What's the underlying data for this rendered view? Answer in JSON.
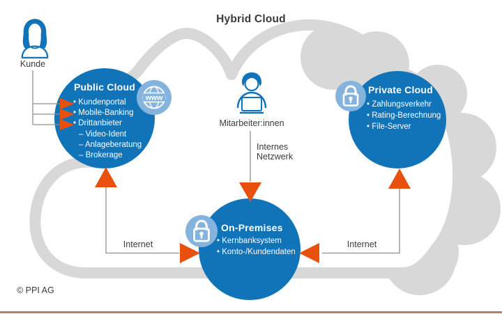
{
  "title": "Hybrid Cloud",
  "copyright": "© PPI AG",
  "colors": {
    "node_blue": "#1173b8",
    "badge_light_blue": "#84b3de",
    "arrow_orange": "#e8500e",
    "cloud_gray": "#d8d8d8",
    "connector_gray": "#8f8f8f",
    "text_dark": "#3a3a3a",
    "footer_line_tan": "#ae8368"
  },
  "actors": {
    "customer": {
      "label": "Kunde"
    },
    "employees": {
      "label": "Mitarbeiter:innen"
    }
  },
  "nodes": {
    "public_cloud": {
      "title": "Public Cloud",
      "items": [
        "Kundenportal",
        "Mobile-Banking",
        "Drittanbieter"
      ],
      "sub_items": [
        "Video-Ident",
        "Anlageberatung",
        "Brokerage"
      ],
      "badge": "www-globe-icon",
      "badge_label": "www"
    },
    "private_cloud": {
      "title": "Private Cloud",
      "items": [
        "Zahlungsverkehr",
        "Rating-Berechnung",
        "File-Server"
      ],
      "badge": "lock-icon"
    },
    "on_premises": {
      "title": "On-Premises",
      "items": [
        "Kernbanksystem",
        "Konto-/Kundendaten"
      ],
      "badge": "lock-icon"
    }
  },
  "connections": {
    "internal_network": {
      "line1": "Internes",
      "line2": "Netzwerk"
    },
    "internet_left": {
      "label": "Internet"
    },
    "internet_right": {
      "label": "Internet"
    }
  }
}
